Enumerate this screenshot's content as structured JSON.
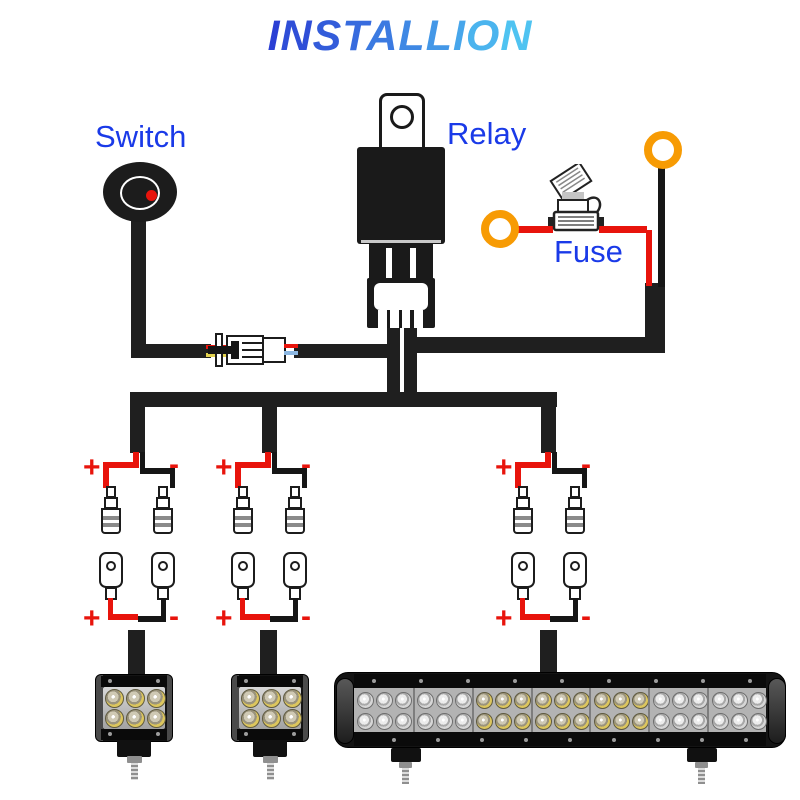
{
  "title": {
    "text": "INSTALLION"
  },
  "labels": {
    "switch": "Switch",
    "relay": "Relay",
    "fuse": "Fuse"
  },
  "polarity": {
    "plus": "+",
    "minus": "-"
  },
  "colors": {
    "title_gradient_start": "#2b3fd4",
    "title_gradient_end": "#4fc3f1",
    "label_blue": "#1a3ae8",
    "wire_black": "#1f1f1f",
    "wire_red": "#e8140c",
    "ring_orange": "#f79b04"
  },
  "icons": {
    "switch": "rocker-switch-oval-with-red-indicator",
    "relay": "automotive-relay-with-mounting-tab-and-socket",
    "fuse": "inline-blade-fuse-holder-with-flip-cap",
    "ring_terminal": "orange-ring-terminal",
    "bullet_terminal": "female-bullet-terminal",
    "spade_terminal": "male-terminal-with-hole",
    "pod_light": "led-pod-6-leds",
    "light_bar": "dual-row-led-light-bar"
  },
  "lights": {
    "pod": {
      "led_rows": 2,
      "led_cols": 3
    },
    "bar": {
      "sections": 7,
      "rows": 2,
      "leds_per_section_row": 3,
      "section_tints": [
        "silver",
        "silver",
        "gold",
        "gold",
        "gold",
        "silver",
        "silver"
      ]
    }
  }
}
